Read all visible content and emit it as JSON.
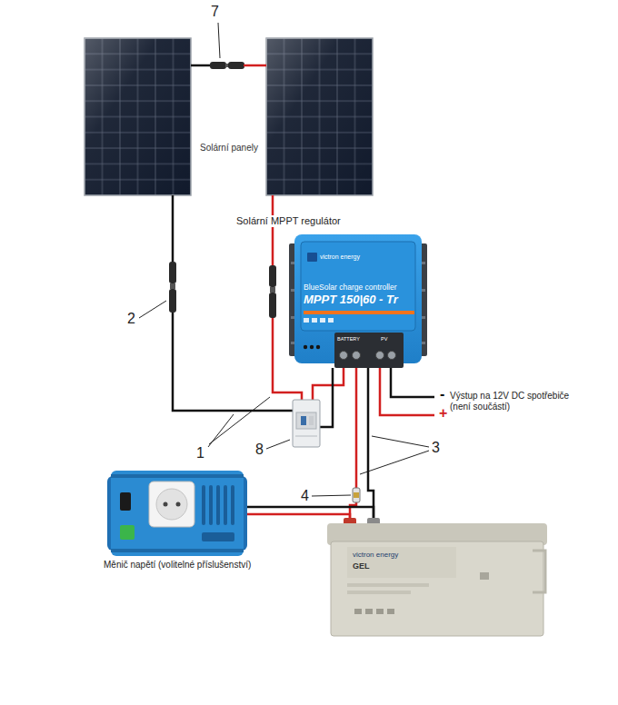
{
  "diagram": {
    "nodes": [
      {
        "text": [
          "Solární MPPT regulátor",
          "victron energy",
          "BlueSolar charge controller",
          "MPPT 150|60 - Tr",
          "BATTERY",
          "PV"
        ]
      },
      {
        "text": [
          "Měnič napětí (volitelné příslušenství)"
        ]
      },
      {
        "text": [
          "victron energy",
          "GEL"
        ]
      }
    ],
    "edges": [
      {
        "from": 0,
        "to": 2,
        "arrow": "none"
      },
      {
        "from": 1,
        "to": 2,
        "arrow": "none"
      }
    ],
    "labels": [
      "7",
      "Solární panely",
      "2",
      "1",
      "8",
      "3",
      "4",
      "-",
      "Výstup na 12V DC spotřebiče (není součástí)",
      "+"
    ]
  }
}
